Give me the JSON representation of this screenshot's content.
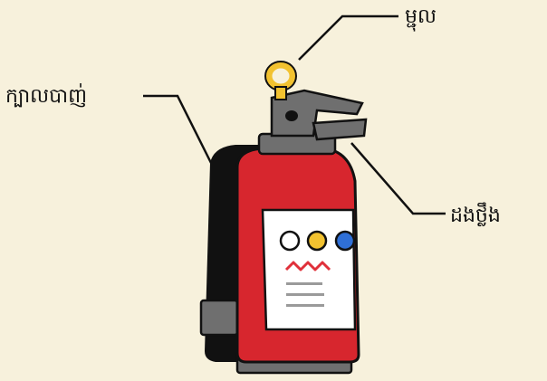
{
  "labels": {
    "ring": "ម្ជុល",
    "head": "ក្បាលបាញ់",
    "handle": "ដងថ្លឹង"
  },
  "colors": {
    "background": "#f7f1dc",
    "body_red": "#d7262e",
    "body_shadow": "#111111",
    "metal_grey": "#6f6f6f",
    "ring_yellow": "#f2c230",
    "dot_blue": "#2f6fd6",
    "dot_yellow": "#f2c230",
    "wave_red": "#e0303a"
  }
}
